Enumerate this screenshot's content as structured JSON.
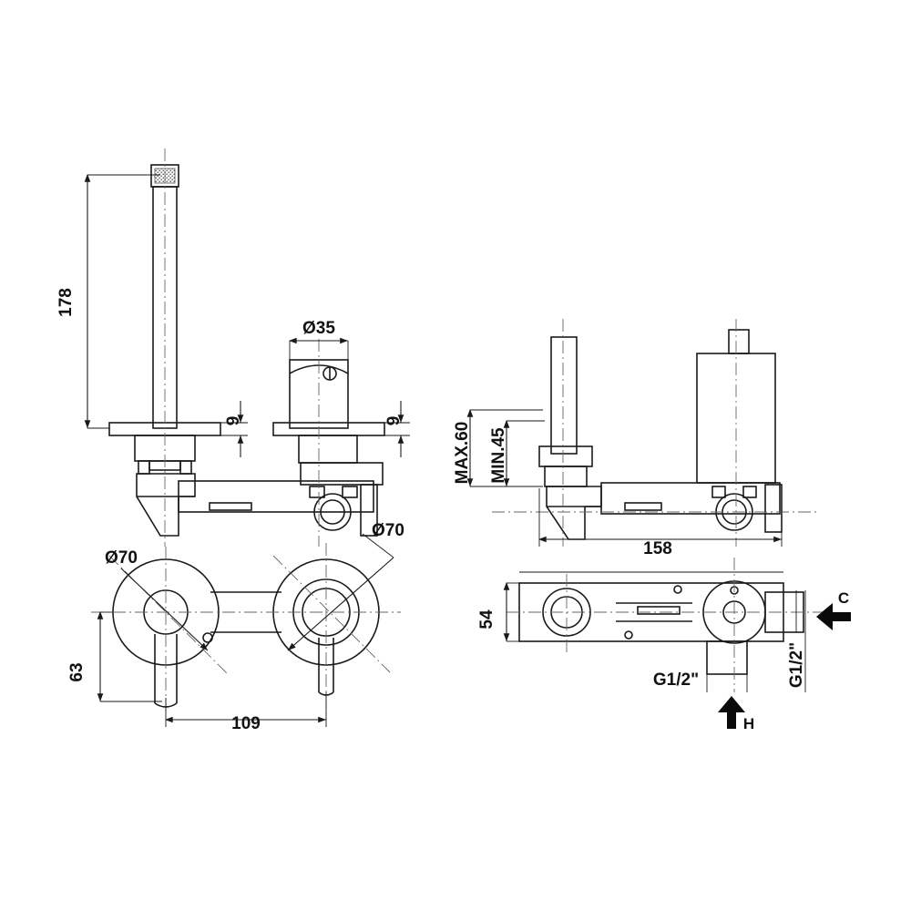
{
  "drawing": {
    "title": "wall-mounted basin mixer technical drawing",
    "line_color": "#1a1a1a",
    "center_line_color": "#555555",
    "fill_color": "#ffffff"
  },
  "labels": {
    "height_178": "178",
    "spout_plate_thickness_left": "9",
    "spout_plate_thickness_right": "9",
    "handle_diameter": "Ø35",
    "rosette_diameter_left": "Ø70",
    "rosette_diameter_right": "Ø70",
    "offset_63": "63",
    "centres_109": "109",
    "projection_158": "158",
    "max_60": "MAX.60",
    "min_45": "MIN.45",
    "body_height_54": "54",
    "inlet_thread_bottom": "G1/2\"",
    "inlet_thread_right": "G1/2\"",
    "cold_marker": "C",
    "hot_marker": "H"
  },
  "views": [
    {
      "name": "front-elevation",
      "position": "top-left"
    },
    {
      "name": "side-elevation",
      "position": "top-right"
    },
    {
      "name": "plan-view",
      "position": "bottom-left"
    },
    {
      "name": "bottom-view",
      "position": "bottom-right"
    }
  ]
}
